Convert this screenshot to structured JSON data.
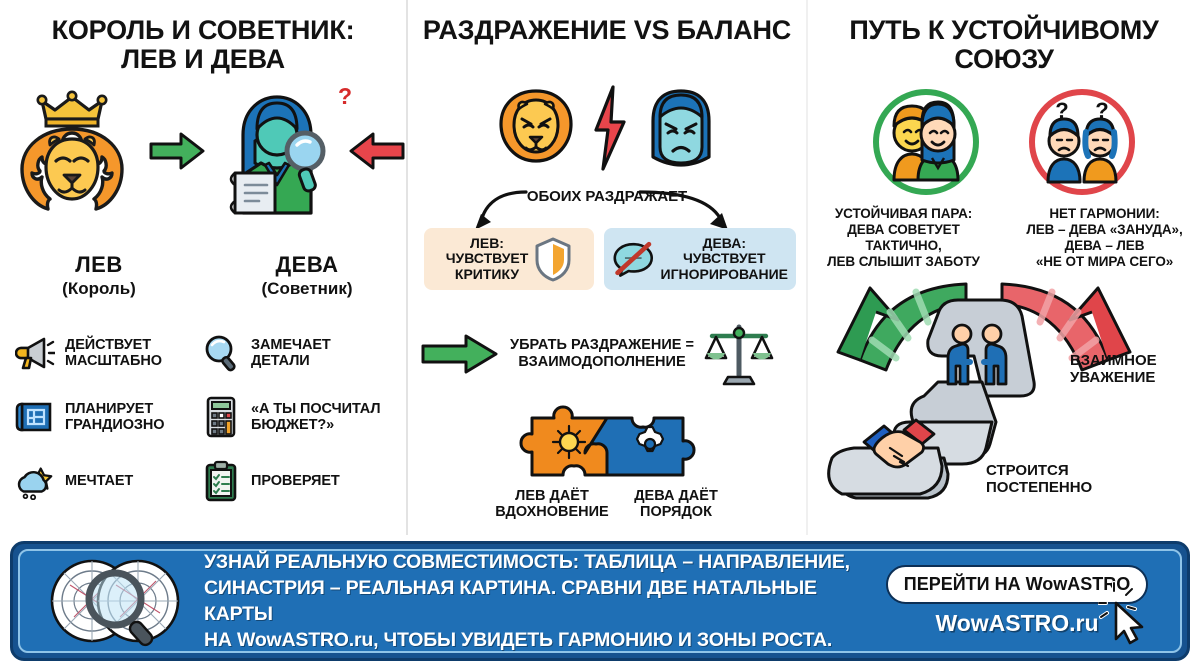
{
  "columns": [
    {
      "title": "КОРОЛЬ И СОВЕТНИК:\nЛЕВ И ДЕВА",
      "title_line1": "КОРОЛЬ И СОВЕТНИК:",
      "title_line2": "ЛЕВ И ДЕВА",
      "left_figure": {
        "icon": "lion-with-crown-icon",
        "name": "ЛЕВ",
        "role": "(Король)"
      },
      "right_figure": {
        "icon": "virgo-woman-with-magnifier-icon",
        "name": "ДЕВА",
        "role": "(Советник)"
      },
      "arrow_forward": "green-right-arrow-icon",
      "arrow_back": "red-left-arrow-icon",
      "question_mark": "?",
      "traits": [
        {
          "icon": "megaphone-icon",
          "line1": "ДЕЙСТВУЕТ",
          "line2": "МАСШТАБНО"
        },
        {
          "icon": "magnifier-icon",
          "line1": "ЗАМЕЧАЕТ",
          "line2": "ДЕТАЛИ"
        },
        {
          "icon": "blueprint-icon",
          "line1": "ПЛАНИРУЕТ",
          "line2": "ГРАНДИОЗНО"
        },
        {
          "icon": "calculator-icon",
          "line1": "«А ТЫ ПОСЧИТАЛ",
          "line2": "БЮДЖЕТ?»"
        },
        {
          "icon": "cloud-star-icon",
          "line1": "МЕЧТАЕТ",
          "line2": ""
        },
        {
          "icon": "clipboard-checklist-icon",
          "line1": "ПРОВЕРЯЕТ",
          "line2": ""
        }
      ]
    },
    {
      "title_line1": "РАЗДРАЖЕНИЕ VS БАЛАНС",
      "title_line2": "",
      "clash": {
        "left_icon": "angry-lion-icon",
        "bolt_icon": "lightning-bolt-icon",
        "right_icon": "angry-woman-icon"
      },
      "both_label": "ОБОИХ РАЗДРАЖАЕТ",
      "boxes": [
        {
          "name": "lion-criticism-box",
          "line1": "ЛЕВ:",
          "line2": "ЧУВСТВУЕТ",
          "line3": "КРИТИКУ",
          "icon": "shield-icon",
          "bg": "#fbe9d5"
        },
        {
          "name": "virgo-ignored-box",
          "line1": "ДЕВА:",
          "line2": "ЧУВСТВУЕТ",
          "line3": "ИГНОРИРОВАНИЕ",
          "icon": "no-speech-bubble-icon",
          "bg": "#cfe5f2"
        }
      ],
      "remove": {
        "arrow_icon": "green-right-arrow-icon",
        "line1": "УБРАТЬ РАЗДРАЖЕНИЕ =",
        "line2": "ВЗАИМОДОПОЛНЕНИЕ",
        "scales_icon": "balance-scales-icon"
      },
      "puzzle": {
        "left_icon": "sun-icon",
        "right_icon": "gear-icon",
        "left_label_l1": "ЛЕВ ДАЁТ",
        "left_label_l2": "ВДОХНОВЕНИЕ",
        "right_label_l1": "ДЕВА ДАЁТ",
        "right_label_l2": "ПОРЯДОК"
      }
    },
    {
      "title_line1": "ПУТЬ К УСТОЙЧИВОМУ",
      "title_line2": "СОЮЗУ",
      "couples": [
        {
          "name": "happy-couple-icon",
          "ring": "#34a853",
          "caption": [
            "УСТОЙЧИВАЯ ПАРА:",
            "ДЕВА СОВЕТУЕТ",
            "ТАКТИЧНО,",
            "ЛЕВ СЛЫШИТ ЗАБОТУ"
          ]
        },
        {
          "name": "confused-couple-icon",
          "ring": "#e0454a",
          "caption": [
            "НЕТ ГАРМОНИИ:",
            "ЛЕВ – ДЕВА «ЗАНУДА»,",
            "ДЕВА – ЛЕВ",
            "«НЕ ОТ МИРА СЕГО»"
          ]
        }
      ],
      "stairs": {
        "icon": "staircase-handshake-icon",
        "arrow_green": "green-curved-up-arrow-icon",
        "arrow_red": "red-curved-up-arrow-icon",
        "label_respect_l1": "ВЗАИМНОЕ",
        "label_respect_l2": "УВАЖЕНИЕ",
        "label_gradual_l1": "СТРОИТСЯ",
        "label_gradual_l2": "ПОСТЕПЕННО"
      }
    }
  ],
  "banner": {
    "logo_icon": "natal-charts-magnifier-icon",
    "text_line1": "УЗНАЙ РЕАЛЬНУЮ СОВМЕСТИМОСТЬ: ТАБЛИЦА – НАПРАВЛЕНИЕ,",
    "text_line2": "СИНАСТРИЯ – РЕАЛЬНАЯ КАРТИНА. СРАВНИ ДВЕ НАТАЛЬНЫЕ КАРТЫ",
    "text_line3": "НА WowASTRO.ru, ЧТОБЫ УВИДЕТЬ ГАРМОНИЮ И ЗОНЫ РОСТА.",
    "cta_label": "ПЕРЕЙТИ НА WowASTRO",
    "cta_url": "WowASTRO.ru",
    "cursor_icon": "mouse-cursor-click-icon",
    "bg": "#1f6fb5",
    "border": "#0e3c6b"
  }
}
